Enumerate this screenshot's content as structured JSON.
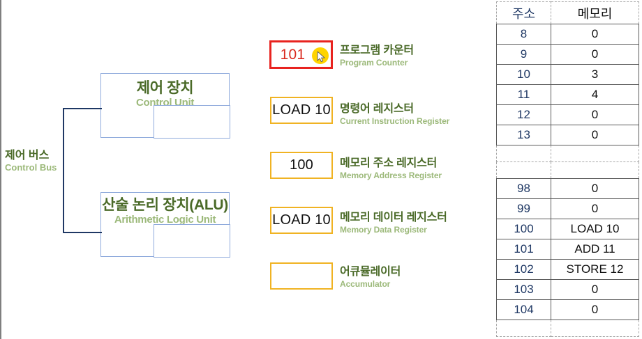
{
  "diagram": {
    "bus": {
      "ko": "제어 버스",
      "en": "Control Bus",
      "name": "control-bus"
    },
    "units": [
      {
        "ko": "제어 장치",
        "en": "Control Unit",
        "name": "control-unit"
      },
      {
        "ko": "산술 논리 장치(ALU)",
        "en": "Arithmetic Logic Unit",
        "name": "alu-unit"
      }
    ]
  },
  "registers": [
    {
      "name": "program-counter",
      "value": "101",
      "ko": "프로그램 카운터",
      "en": "Program Counter",
      "highlighted": true
    },
    {
      "name": "current-instruction-register",
      "value": "LOAD 10",
      "ko": "명령어 레지스터",
      "en": "Current Instruction Register",
      "highlighted": false
    },
    {
      "name": "memory-address-register",
      "value": "100",
      "ko": "메모리 주소 레지스터",
      "en": "Memory Address Register",
      "highlighted": false
    },
    {
      "name": "memory-data-register",
      "value": "LOAD 10",
      "ko": "메모리 데이터 레지스터",
      "en": "Memory Data Register",
      "highlighted": false
    },
    {
      "name": "accumulator",
      "value": "",
      "ko": "어큐뮬레이터",
      "en": "Accumulator",
      "highlighted": false
    }
  ],
  "memory": {
    "headers": {
      "address": "주소",
      "value": "메모리"
    },
    "rows_top": [
      {
        "address": "8",
        "value": "0"
      },
      {
        "address": "9",
        "value": "0"
      },
      {
        "address": "10",
        "value": "3"
      },
      {
        "address": "11",
        "value": "4"
      },
      {
        "address": "12",
        "value": "0"
      },
      {
        "address": "13",
        "value": "0"
      }
    ],
    "rows_bottom": [
      {
        "address": "98",
        "value": "0"
      },
      {
        "address": "99",
        "value": "0"
      },
      {
        "address": "100",
        "value": "LOAD 10"
      },
      {
        "address": "101",
        "value": "ADD 11"
      },
      {
        "address": "102",
        "value": "STORE 12"
      },
      {
        "address": "103",
        "value": "0"
      },
      {
        "address": "104",
        "value": "0"
      }
    ]
  },
  "cursor": {
    "name": "mouse-cursor",
    "highlight_color": "#ffd400"
  },
  "colors": {
    "accent_green_dark": "#4a6a28",
    "accent_green_light": "#9cb97a",
    "register_border": "#f0b323",
    "highlight_border": "#e8231f",
    "highlight_text": "#d92b20",
    "unit_border": "#8faadc",
    "bus_line": "#1f3864",
    "address_text": "#1f3864"
  }
}
